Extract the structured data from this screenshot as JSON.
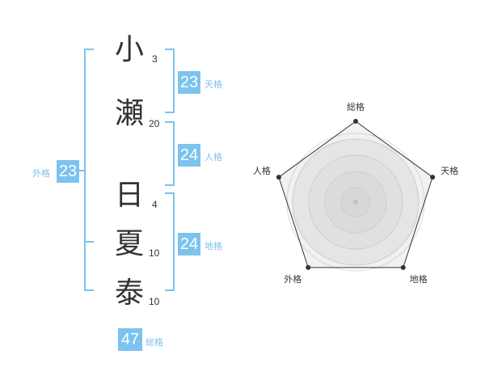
{
  "name": {
    "chars": [
      {
        "char": "小",
        "strokes": "3"
      },
      {
        "char": "瀬",
        "strokes": "20"
      },
      {
        "char": "日",
        "strokes": "4"
      },
      {
        "char": "夏",
        "strokes": "10"
      },
      {
        "char": "泰",
        "strokes": "10"
      }
    ]
  },
  "scores": {
    "tenkaku": {
      "value": "23",
      "label": "天格"
    },
    "jinkaku": {
      "value": "24",
      "label": "人格"
    },
    "chikaku": {
      "value": "24",
      "label": "地格"
    },
    "gaikaku": {
      "value": "23",
      "label": "外格"
    },
    "soukaku": {
      "value": "47",
      "label": "総格"
    }
  },
  "radar": {
    "axes": [
      "総格",
      "天格",
      "地格",
      "外格",
      "人格"
    ],
    "values": [
      1.0,
      1.0,
      1.0,
      1.0,
      1.0
    ],
    "max": 1.0,
    "rings": 5
  }
}
